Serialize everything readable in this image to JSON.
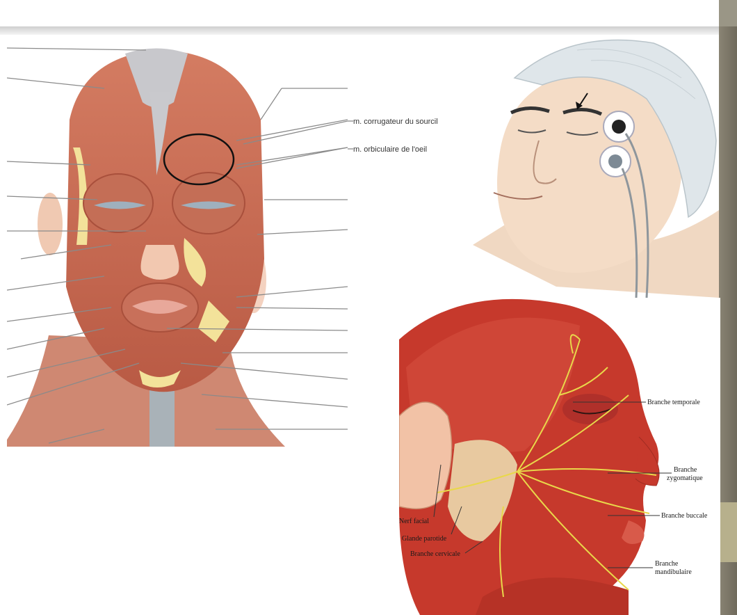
{
  "front_face": {
    "labels": {
      "corrugator": "m. corrugateur du sourcil",
      "orbicularis": "m. orbiculaire de l'oeil"
    }
  },
  "side_face": {
    "labels": {
      "temporal": "Branche temporale",
      "zygomatic_line1": "Branche",
      "zygomatic_line2": "zygomatique",
      "buccal": "Branche buccale",
      "mandibular_line1": "Branche",
      "mandibular_line2": "mandibulaire",
      "facial_nerve": "Nerf facial",
      "parotid": "Glande parotide",
      "cervical": "Branche cervicale"
    }
  },
  "colors": {
    "muscle_front": "#c86a50",
    "muscle_side": "#c33a2e",
    "nerve": "#e9d84a",
    "skin": "#f2d9c2",
    "cap": "#dfe7ea",
    "highlight_circle": "#111111"
  }
}
